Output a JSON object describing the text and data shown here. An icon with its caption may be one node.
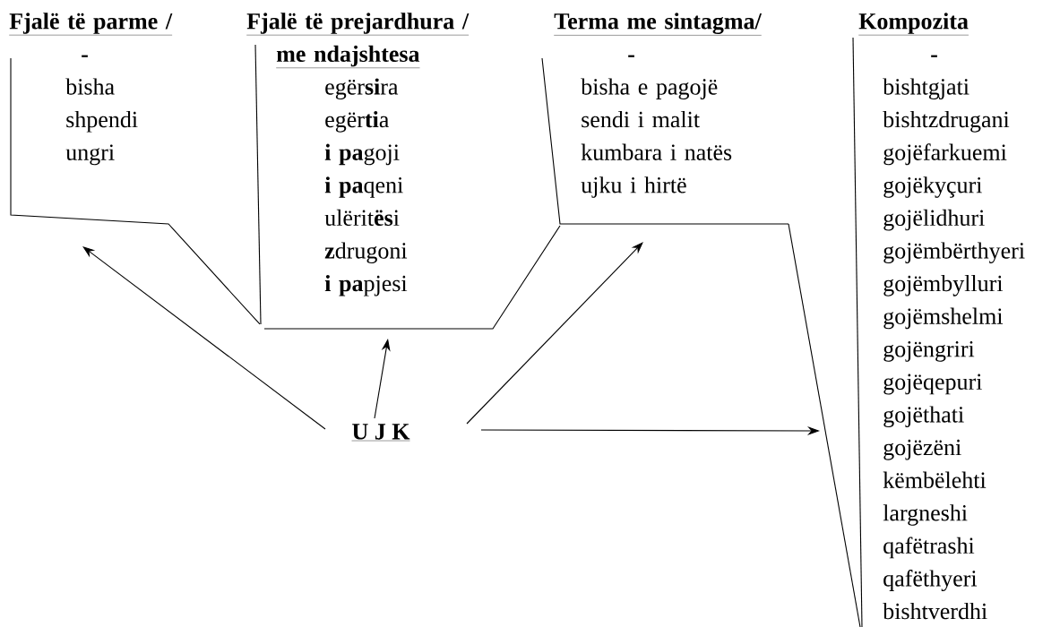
{
  "diagram": {
    "nodes": [
      {
        "text": [
          "Fjalë të parme /",
          "-",
          "bisha",
          "shpendi",
          "ungri"
        ]
      },
      {
        "text": [
          "Fjalë të prejardhura /",
          "me ndajshtesa",
          "egër**si**ra",
          "egër**ti**a",
          "**i pa**goji",
          "**i pa**qeni",
          "ulërit**ës**i",
          "**z**drugoni",
          "**i pa**pjesi"
        ]
      },
      {
        "text": [
          "Terma me sintagma/",
          "-",
          "bisha e pagojë",
          "sendi i malit",
          "kumbara i natës",
          "ujku i hirtë"
        ]
      },
      {
        "text": [
          "Kompozita",
          "-",
          "bishtgjati",
          "bishtzdrugani",
          "gojëfarkuemi",
          "gojëkyçuri",
          "gojëlidhuri",
          "gojëmbërthyeri",
          "gojëmbylluri",
          "gojëmshelmi",
          "gojëngriri",
          "gojëqepuri",
          "gojëthati",
          "gojëzëni",
          "këmbëlehti",
          "largneshi",
          "qafëtrashi",
          "qafëthyeri",
          "bishtverdhi"
        ]
      },
      {
        "text": [
          "U J K"
        ]
      }
    ],
    "edges": [
      {
        "from": 4,
        "to": 0,
        "arrow": "to"
      },
      {
        "from": 4,
        "to": 1,
        "arrow": "to"
      },
      {
        "from": 4,
        "to": 2,
        "arrow": "to"
      },
      {
        "from": 4,
        "to": 3,
        "arrow": "to"
      }
    ]
  }
}
